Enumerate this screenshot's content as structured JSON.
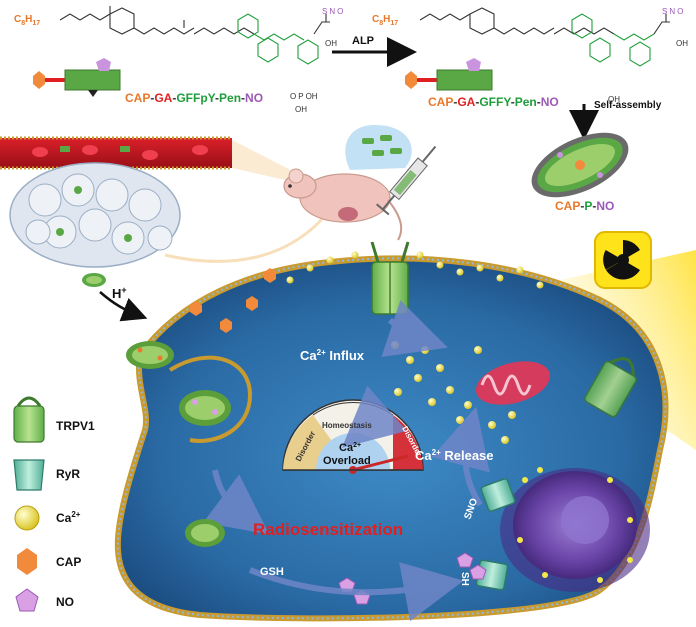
{
  "chemistry": {
    "precursor_prefix": "C",
    "precursor_subscript": "8",
    "precursor_h": "H",
    "precursor_h_subscript": "17",
    "precursor_name_parts": [
      {
        "text": "CAP",
        "color": "#e8782a"
      },
      {
        "text": "-",
        "color": "#333333"
      },
      {
        "text": "GA",
        "color": "#e02020"
      },
      {
        "text": "-",
        "color": "#333333"
      },
      {
        "text": "GFFpY",
        "color": "#1e9e3a"
      },
      {
        "text": "-",
        "color": "#333333"
      },
      {
        "text": "Pen",
        "color": "#1e9e3a"
      },
      {
        "text": "-",
        "color": "#333333"
      },
      {
        "text": "NO",
        "color": "#9b59b6"
      }
    ],
    "product_name_parts": [
      {
        "text": "CAP",
        "color": "#e8782a"
      },
      {
        "text": "-",
        "color": "#333333"
      },
      {
        "text": "GA",
        "color": "#e02020"
      },
      {
        "text": "-",
        "color": "#333333"
      },
      {
        "text": "GFFY",
        "color": "#1e9e3a"
      },
      {
        "text": "-",
        "color": "#333333"
      },
      {
        "text": "Pen",
        "color": "#1e9e3a"
      },
      {
        "text": "-",
        "color": "#333333"
      },
      {
        "text": "NO",
        "color": "#9b59b6"
      }
    ],
    "enzyme_label": "ALP",
    "self_assembly_label": "Self-assembly",
    "fiber_name_parts": [
      {
        "text": "CAP",
        "color": "#e8782a"
      },
      {
        "text": "-",
        "color": "#333333"
      },
      {
        "text": "P",
        "color": "#1e9e3a"
      },
      {
        "text": "-",
        "color": "#333333"
      },
      {
        "text": "NO",
        "color": "#9b59b6"
      }
    ],
    "atoms": {
      "oh": "OH",
      "o": "O",
      "n": "N",
      "s": "S",
      "h": "H",
      "p": "P"
    }
  },
  "cell": {
    "acid_label": "H",
    "acid_superscript": "+",
    "influx_label": "Ca",
    "influx_superscript": "2+",
    "influx_suffix": " Influx",
    "release_label": "Ca",
    "release_superscript": "2+",
    "release_suffix": " Release",
    "gauge_left": "Disorder",
    "gauge_middle": "Homeostasis",
    "gauge_right": "Disorder",
    "gauge_center_line1_base": "Ca",
    "gauge_center_line1_sup": "2+",
    "gauge_center_line2": "Overload",
    "radiosensitization": "Radiosensitization",
    "gsh": "GSH",
    "sno": "SNO",
    "sh": "SH"
  },
  "legend": {
    "items": [
      {
        "label": "TRPV1",
        "icon": "trpv1-channel-icon"
      },
      {
        "label": "RyR",
        "icon": "ryr-channel-icon"
      },
      {
        "label": "Ca",
        "superscript": "2+",
        "icon": "calcium-ion-icon"
      },
      {
        "label": "CAP",
        "icon": "capsaicin-hexagon-icon"
      },
      {
        "label": "NO",
        "icon": "nitric-oxide-pentagon-icon"
      }
    ]
  },
  "colors": {
    "cap": "#e8782a",
    "ga": "#e02020",
    "peptide": "#1e9e3a",
    "no": "#9b59b6",
    "calcium": "#f2e84a",
    "cell": "#2a6fa8",
    "nucleus": "#6a3fa0",
    "radiosens": "#e02020"
  }
}
